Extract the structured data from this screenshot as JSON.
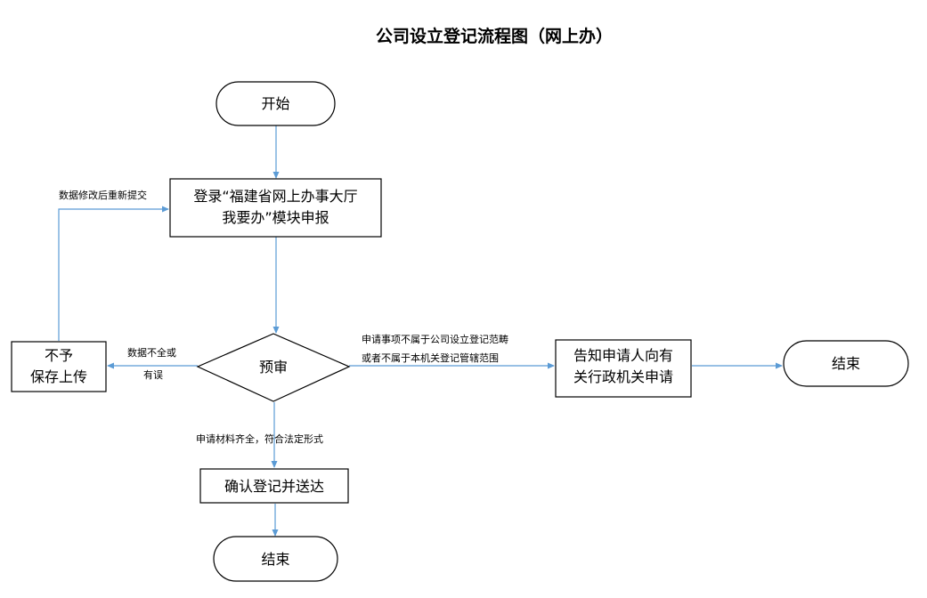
{
  "title": "公司设立登记流程图（网上办）",
  "nodes": {
    "start": "开始",
    "register_line1": "登录“福建省网上办事大厅",
    "register_line2": "我要办”模块申报",
    "review": "预审",
    "reject_line1": "不予",
    "reject_line2": "保存上传",
    "inform_line1": "告知申请人向有",
    "inform_line2": "关行政机关申请",
    "end_right": "结束",
    "confirm": "确认登记并送达",
    "end_bottom": "结束"
  },
  "edge_labels": {
    "resubmit": "数据修改后重新提交",
    "incomplete_line1": "数据不全或",
    "incomplete_line2": "有误",
    "out_of_scope_line1": "申请事项不属于公司设立登记范畴",
    "out_of_scope_line2": "或者不属于本机关登记管辖范围",
    "complete": "申请材料齐全，符合法定形式"
  },
  "colors": {
    "arrow": "#5b9bd5",
    "stroke": "#000000",
    "background": "#ffffff"
  }
}
